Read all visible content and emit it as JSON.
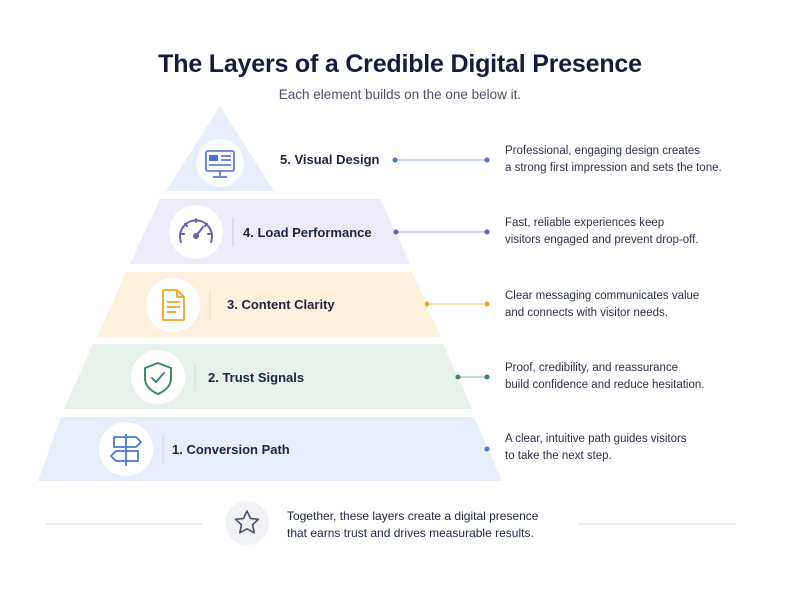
{
  "title": "The Layers of a Credible Digital Presence",
  "subtitle": "Each element builds on the one below it.",
  "layers": [
    {
      "label": "5. Visual Design",
      "icon": "monitor-layout-icon",
      "fill": "#e8eefb",
      "accent": "#4a6fd0",
      "description": [
        "Professional, engaging design creates",
        "a strong first impression and sets the tone."
      ]
    },
    {
      "label": "4. Load Performance",
      "icon": "speedometer-icon",
      "fill": "#eeeaf7",
      "accent": "#6b5bb8",
      "description": [
        "Fast, reliable experiences keep",
        "visitors engaged and prevent drop-off."
      ]
    },
    {
      "label": "3. Content Clarity",
      "icon": "document-icon",
      "fill": "#fdf1de",
      "accent": "#f0a422",
      "description": [
        "Clear messaging communicates value",
        "and connects with visitor needs."
      ]
    },
    {
      "label": "2. Trust Signals",
      "icon": "shield-check-icon",
      "fill": "#e6f2e9",
      "accent": "#2f8a5c",
      "description": [
        "Proof, credibility, and reassurance",
        "build confidence and reduce hesitation."
      ]
    },
    {
      "label": "1. Conversion Path",
      "icon": "signpost-icon",
      "fill": "#e6edfb",
      "accent": "#4a78d6",
      "description": [
        "A clear, intuitive path guides visitors",
        "to take the next step."
      ]
    }
  ],
  "footer": {
    "icon": "star-icon",
    "lines": [
      "Together, these layers create a digital presence",
      "that earns trust and drives measurable results."
    ]
  }
}
